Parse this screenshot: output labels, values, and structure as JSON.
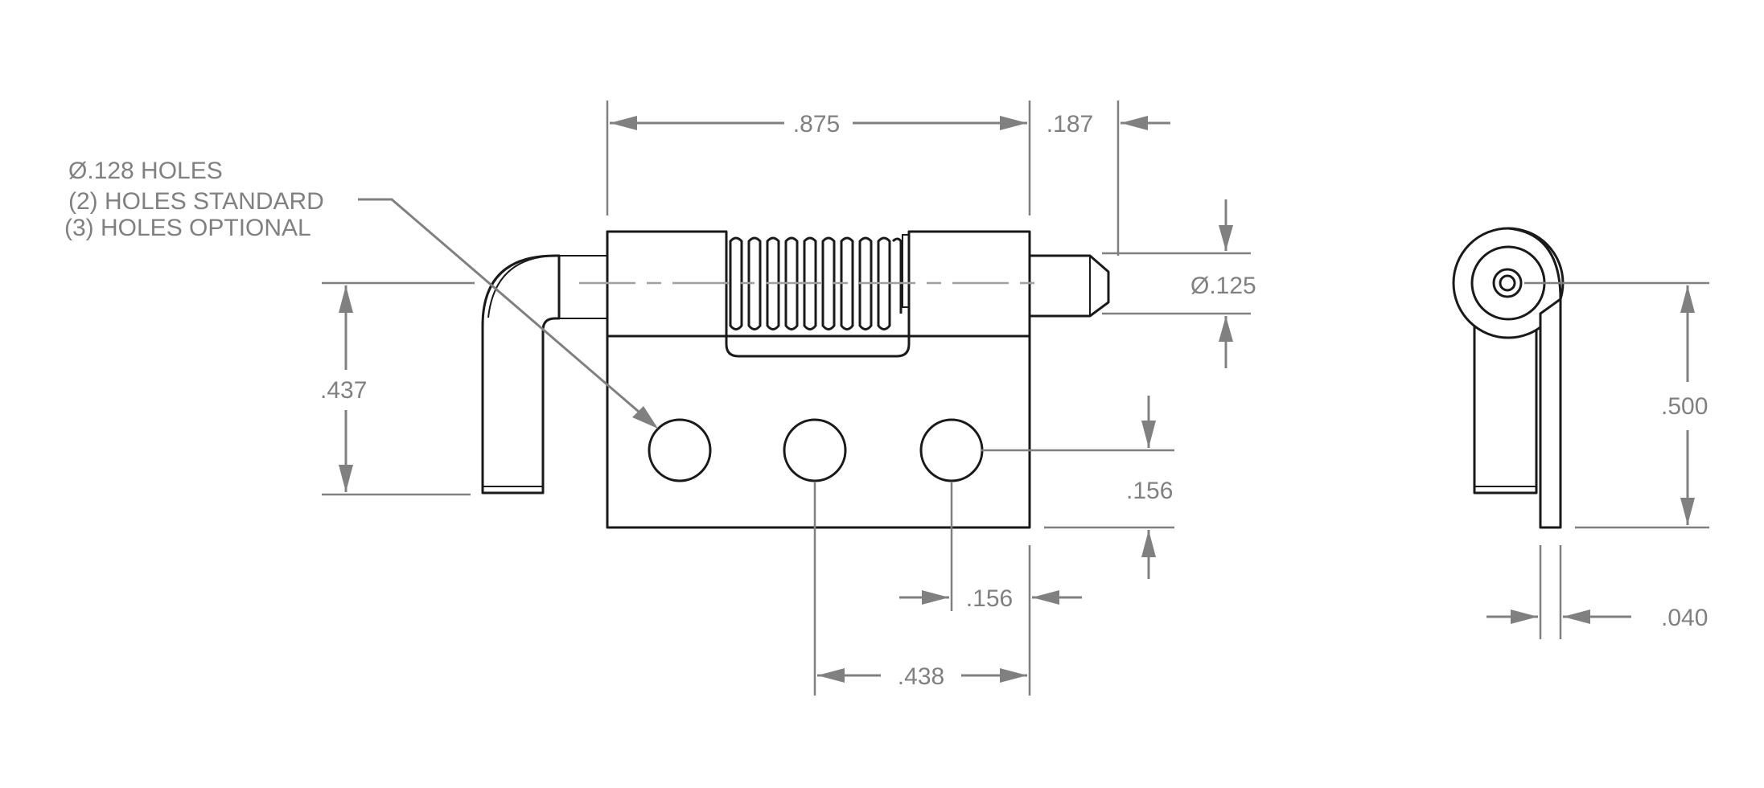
{
  "callout": {
    "line1": "Ø.128 HOLES",
    "line2": "(2) HOLES STANDARD",
    "line3": "(3) HOLES OPTIONAL"
  },
  "dimensions": {
    "overall_width": ".875",
    "pin_extension": ".187",
    "pin_diameter": "Ø.125",
    "height_to_pin": ".437",
    "hole_edge_vertical": ".156",
    "hole_edge_horizontal": ".156",
    "hole_spacing": ".438",
    "side_height": ".500",
    "thickness": ".040"
  },
  "colors": {
    "object_line": "#1a1a1a",
    "dimension_line": "#808080",
    "background": "#ffffff"
  }
}
